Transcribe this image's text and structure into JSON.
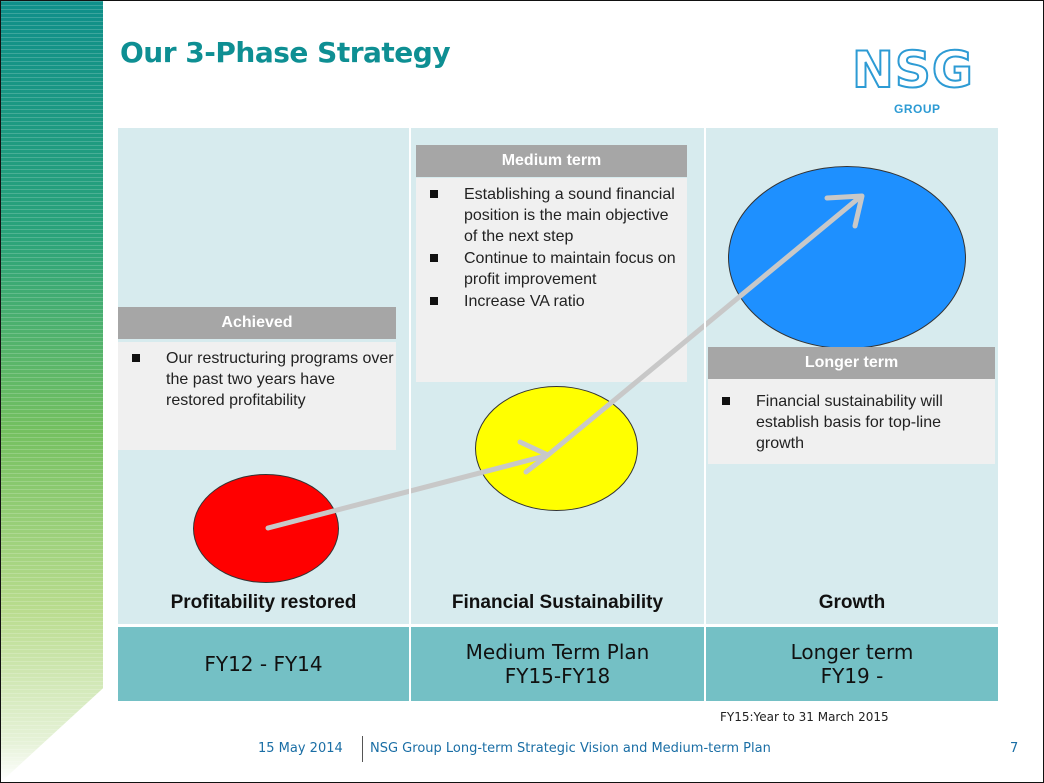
{
  "slide": {
    "title": "Our 3-Phase Strategy",
    "logo": {
      "text": "NSG",
      "subtext": "GROUP",
      "color": "#2d9bd4"
    },
    "title_color": "#0e8f93"
  },
  "phases": [
    {
      "box_header": "Achieved",
      "bullets": [
        "Our restructuring programs over the past two years have restored profitability"
      ],
      "circle_color": "#ff0000",
      "caption": "Profitability restored",
      "period": "FY12 - FY14"
    },
    {
      "box_header": "Medium term",
      "bullets": [
        "Establishing a sound financial position is the main objective of the next step",
        "Continue to maintain focus on profit improvement",
        "Increase VA ratio"
      ],
      "circle_color": "#ffff00",
      "caption": "Financial Sustainability",
      "period": "Medium Term Plan\nFY15-FY18"
    },
    {
      "box_header": "Longer term",
      "bullets": [
        "Financial sustainability will establish basis for top-line growth"
      ],
      "circle_color": "#1e90ff",
      "caption": "Growth",
      "period": "Longer term\nFY19 -"
    }
  ],
  "note": "FY15:Year to 31 March 2015",
  "footer": {
    "date": "15 May 2014",
    "text": "NSG Group Long-term Strategic Vision and Medium-term Plan",
    "page_number": "7"
  },
  "colors": {
    "panel_bg": "#d7ebee",
    "band_bg": "#74c0c5",
    "box_header_bg": "#a6a6a6",
    "arrow": "#c8c8c8"
  }
}
